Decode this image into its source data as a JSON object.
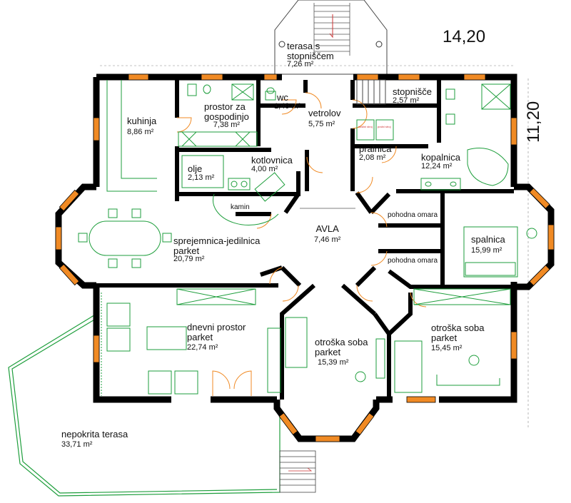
{
  "dimensions": {
    "width": "14,20",
    "depth": "11,20"
  },
  "rooms": {
    "terasa": {
      "name_l1": "terasa s",
      "name_l2": "stopniščem",
      "area": "7,26 m²"
    },
    "kuhinja": {
      "name": "kuhinja",
      "area": "8,86 m²"
    },
    "prostor": {
      "name_l1": "prostor za",
      "name_l2": "gospodinjo",
      "area": "7,38 m²"
    },
    "wc": {
      "name": "wc",
      "area": "1,40 m²"
    },
    "vetrolov": {
      "name": "vetrolov",
      "area": "5,75 m²"
    },
    "stopnisce": {
      "name": "stopnišče",
      "area": "2,57 m²"
    },
    "pralnica": {
      "name": "pralnica",
      "area": "2,08 m²"
    },
    "kopalnica": {
      "name": "kopalnica",
      "area": "12,24 m²"
    },
    "olje": {
      "name": "olje",
      "area": "2,13 m²"
    },
    "kotlovnica": {
      "name": "kotlovnica",
      "area": "4,00 m²"
    },
    "kamin": {
      "name": "kamin"
    },
    "avla": {
      "name": "AVLA",
      "area": "7,46 m²"
    },
    "sprejemnica": {
      "name_l1": "sprejemnica-jedilnica",
      "name_l2": "parket",
      "area": "20,79 m²"
    },
    "pohodna1": {
      "name": "pohodna omara"
    },
    "pohodna2": {
      "name": "pohodna omara"
    },
    "spalnica": {
      "name": "spalnica",
      "area": "15,99 m²"
    },
    "dnevni": {
      "name_l1": "dnevni prostor",
      "name_l2": "parket",
      "area": "22,74 m²"
    },
    "otroska1": {
      "name_l1": "otroška soba",
      "name_l2": "parket",
      "area": "15,39 m²"
    },
    "otroska2": {
      "name_l1": "otroška soba",
      "name_l2": "parket",
      "area": "15,45 m²"
    },
    "nepokrita": {
      "name": "nepokrita terasa",
      "area": "33,71 m²"
    }
  },
  "appliance_labels": {
    "washer": "sušilni stroj",
    "dryer": "pralni stroj"
  },
  "colors": {
    "wall": "#000000",
    "window": "#f08a24",
    "furniture": "#1e9e3c",
    "dim_line": "#888888"
  }
}
